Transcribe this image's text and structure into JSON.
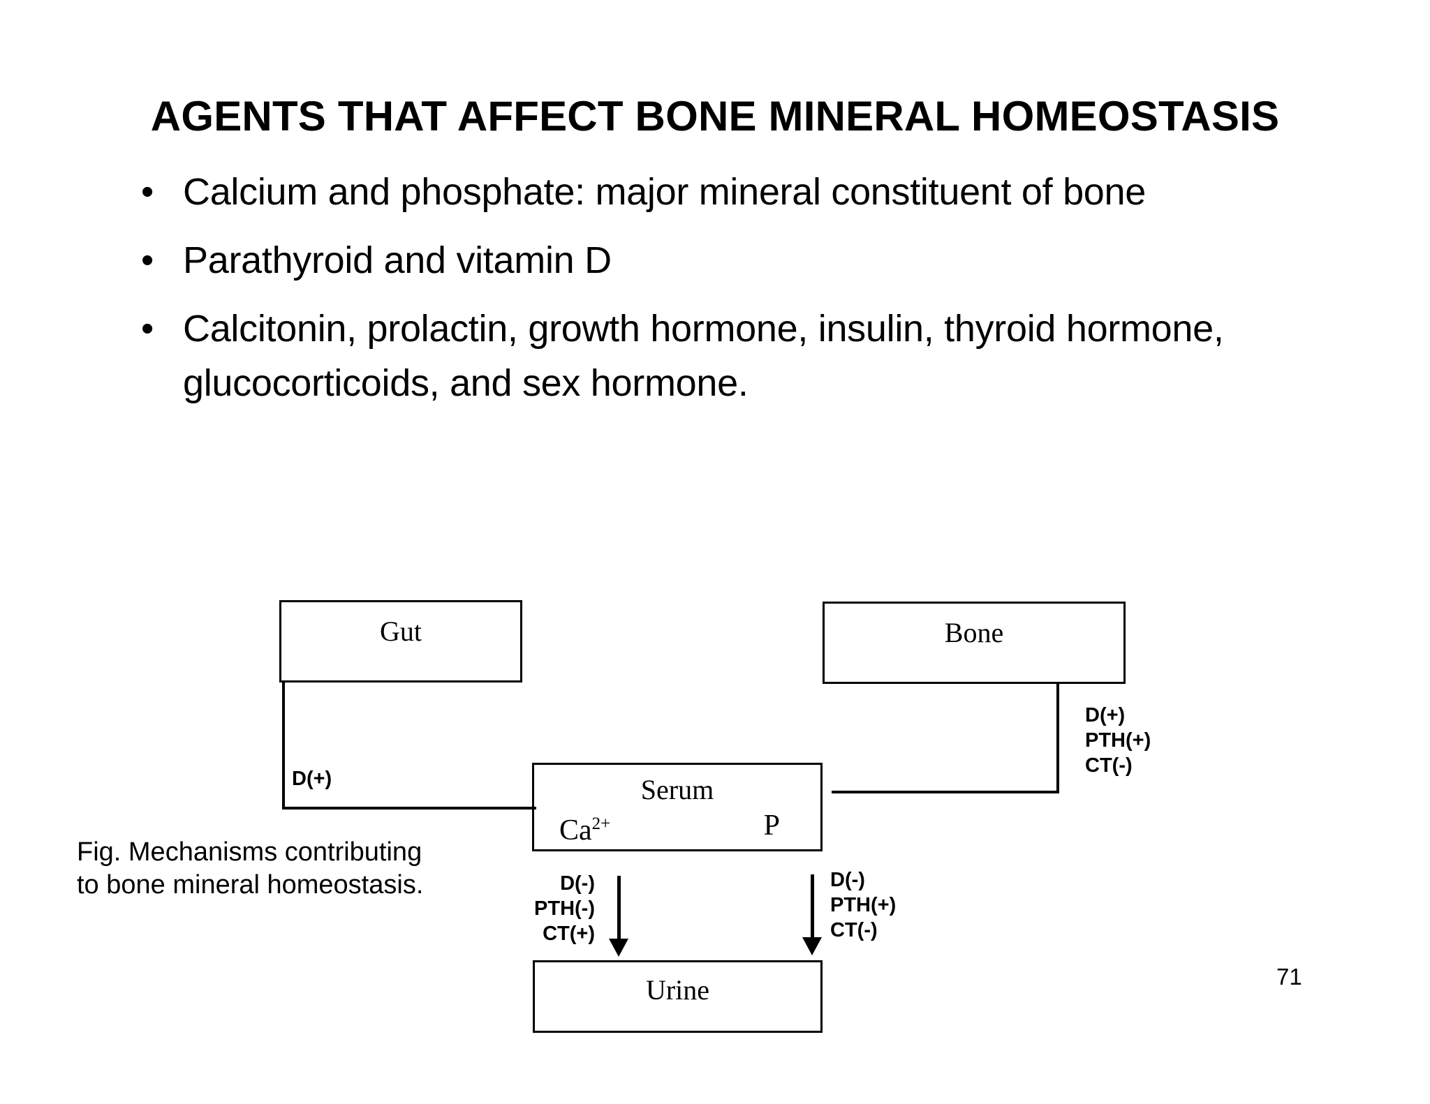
{
  "slide": {
    "title": "AGENTS THAT AFFECT BONE MINERAL HOMEOSTASIS",
    "page_number": "71",
    "background_color": "#ffffff",
    "text_color": "#000000"
  },
  "bullets": [
    {
      "marker": "•",
      "text": "Calcium and phosphate: major mineral constituent  of bone"
    },
    {
      "marker": "•",
      "text": "Parathyroid and vitamin D"
    },
    {
      "marker": "•",
      "text": "Calcitonin, prolactin, growth hormone, insulin, thyroid hormone, glucocorticoids, and sex hormone."
    }
  ],
  "figure": {
    "caption": "Fig. Mechanisms contributing to bone mineral homeostasis.",
    "boxes": {
      "gut": "Gut",
      "bone": "Bone",
      "serum_title": "Serum",
      "serum_ca": "Ca",
      "serum_ca_charge": "2+",
      "serum_p": "P",
      "urine": "Urine"
    },
    "annotations": {
      "gut_to_serum": "D(+)",
      "bone_to_serum": "D(+)\nPTH(+)\nCT(-)",
      "serum_to_urine_left": "D(-)\nPTH(-)\nCT(+)",
      "serum_to_urine_right": "D(-)\nPTH(+)\nCT(-)"
    }
  }
}
